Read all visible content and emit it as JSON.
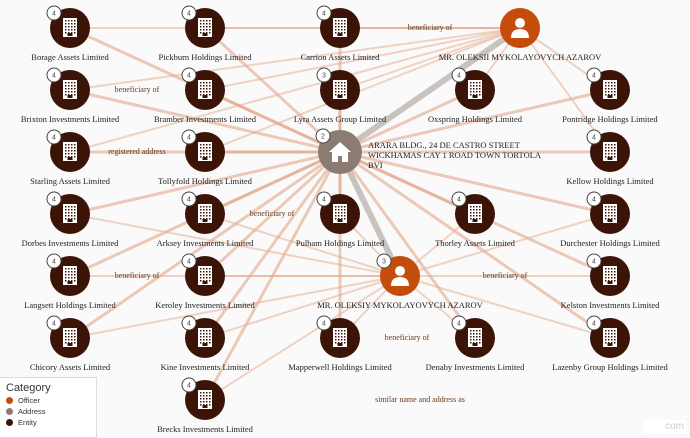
{
  "colors": {
    "officer": "#c44d0b",
    "address": "#8c7b73",
    "entity": "#3b1407",
    "edge": "#e3a98a",
    "edge_gray": "#c9c3c0"
  },
  "edge_label": "beneficiary of",
  "edge_label_alt": "registered address",
  "edge_label_same": "similar name and address as",
  "address": {
    "label_lines": [
      "ARARA BLDG., 24 DE CASTRO  STREET",
      "WICKHAMAS CAY 1 ROAD TOWN TORTOLA",
      "BVI"
    ],
    "badge": "2"
  },
  "officers": [
    {
      "label": "MR. OLEKSII MYKOLAYOVYCH AZAROV",
      "badge": ""
    },
    {
      "label": "MR. OLEKSIY MYKOLAYOVYCH AZAROV",
      "badge": "3"
    }
  ],
  "entities": [
    {
      "label": "Borage Assets Limited",
      "badge": "4"
    },
    {
      "label": "Pickburn Holdings Limited",
      "badge": "4"
    },
    {
      "label": "Carrion Assets Limited",
      "badge": "4"
    },
    {
      "label": "Brixton Investments Limited",
      "badge": "4"
    },
    {
      "label": "Bramber Investments Limited",
      "badge": "4"
    },
    {
      "label": "Lyra Assets Group Limited",
      "badge": "3"
    },
    {
      "label": "Oxspring Holdings Limited",
      "badge": "4"
    },
    {
      "label": "Pontridge Holdings Limited",
      "badge": "4"
    },
    {
      "label": "Starling Assets Limited",
      "badge": "4"
    },
    {
      "label": "Tollyfold Holdings Limited",
      "badge": "4"
    },
    {
      "label": "Kellow Holdings Limited",
      "badge": "4"
    },
    {
      "label": "Dorbes Investments Limited",
      "badge": "4"
    },
    {
      "label": "Arksey Investments Limited",
      "badge": "4"
    },
    {
      "label": "Pulham Holdings Limited",
      "badge": "4"
    },
    {
      "label": "Thorley Assets Limited",
      "badge": "4"
    },
    {
      "label": "Durchester Holdings Limited",
      "badge": "4"
    },
    {
      "label": "Langsett Holdings Limited",
      "badge": "4"
    },
    {
      "label": "Keroley Investments Limited",
      "badge": "4"
    },
    {
      "label": "Kelston Investments Limited",
      "badge": "4"
    },
    {
      "label": "Chicory Assets Limited",
      "badge": "4"
    },
    {
      "label": "Kine Investments Limited",
      "badge": "4"
    },
    {
      "label": "Mapperwell Holdings Limited",
      "badge": "4"
    },
    {
      "label": "Denaby Investments Limited",
      "badge": "4"
    },
    {
      "label": "Lazenby Group Holdings Limited",
      "badge": "4"
    },
    {
      "label": "Brecks Investments Limited",
      "badge": "4"
    }
  ],
  "legend": {
    "title": "Category",
    "items": [
      {
        "label": "Officer",
        "color": "#c44d0b"
      },
      {
        "label": "Address",
        "color": "#8c7b73"
      },
      {
        "label": "Entity",
        "color": "#3b1407"
      }
    ]
  },
  "watermark": "com"
}
